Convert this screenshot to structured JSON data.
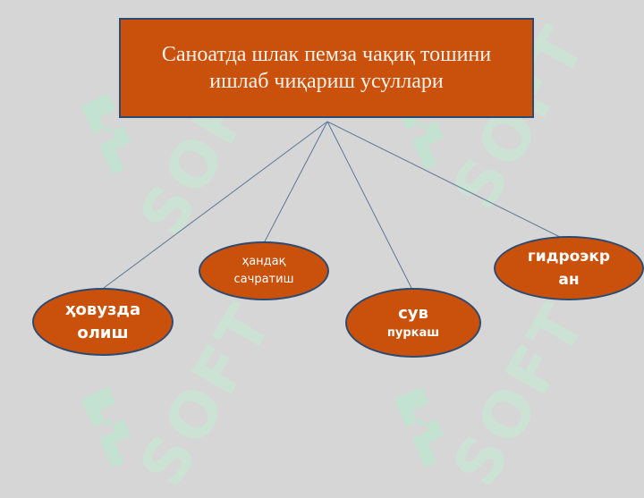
{
  "diagram": {
    "title": "Саноатда шлак пемза чақиқ тошини ишлаб чиқариш усуллари",
    "nodes": [
      {
        "id": "hovuzda-olish",
        "lines": [
          "ҳовузда",
          "олиш"
        ]
      },
      {
        "id": "handaq-sachratish",
        "lines": [
          "ҳандақ",
          "сачратиш"
        ]
      },
      {
        "id": "suv-purkash",
        "lines": [
          "сув",
          "пуркаш"
        ]
      },
      {
        "id": "gidroekran",
        "lines": [
          "гидроэкр",
          "ан"
        ]
      }
    ],
    "colors": {
      "box_fill": "#c9510c",
      "box_border": "#2e4a6e",
      "connector": "#5a7896",
      "background": "#d6d6d6"
    }
  },
  "watermark": {
    "text": "SOFT"
  }
}
